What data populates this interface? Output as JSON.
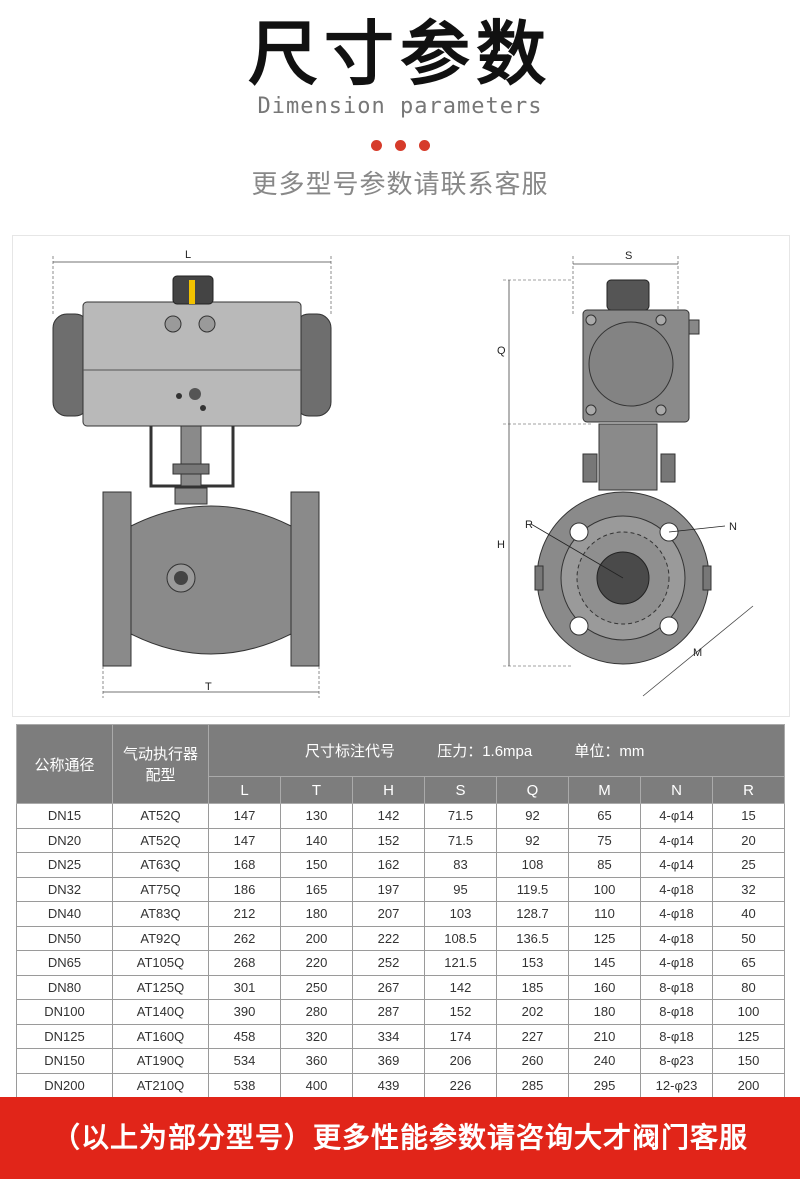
{
  "header": {
    "title": "尺寸参数",
    "subtitle": "Dimension parameters",
    "note": "更多型号参数请联系客服"
  },
  "drawing": {
    "labels": {
      "L": "L",
      "T": "T",
      "S": "S",
      "Q": "Q",
      "H": "H",
      "R": "R",
      "N": "N",
      "M": "M"
    }
  },
  "table": {
    "col_nominal": "公称通径",
    "col_actuator": "气动执行器配型",
    "col_actuator_l1": "气动执行器",
    "col_actuator_l2": "配型",
    "group_title": "尺寸标注代号",
    "pressure": "压力：1.6mpa",
    "unit": "单位：mm",
    "params": [
      "L",
      "T",
      "H",
      "S",
      "Q",
      "M",
      "N",
      "R"
    ],
    "rows": [
      [
        "DN15",
        "AT52Q",
        "147",
        "130",
        "142",
        "71.5",
        "92",
        "65",
        "4-φ14",
        "15"
      ],
      [
        "DN20",
        "AT52Q",
        "147",
        "140",
        "152",
        "71.5",
        "92",
        "75",
        "4-φ14",
        "20"
      ],
      [
        "DN25",
        "AT63Q",
        "168",
        "150",
        "162",
        "83",
        "108",
        "85",
        "4-φ14",
        "25"
      ],
      [
        "DN32",
        "AT75Q",
        "186",
        "165",
        "197",
        "95",
        "119.5",
        "100",
        "4-φ18",
        "32"
      ],
      [
        "DN40",
        "AT83Q",
        "212",
        "180",
        "207",
        "103",
        "128.7",
        "110",
        "4-φ18",
        "40"
      ],
      [
        "DN50",
        "AT92Q",
        "262",
        "200",
        "222",
        "108.5",
        "136.5",
        "125",
        "4-φ18",
        "50"
      ],
      [
        "DN65",
        "AT105Q",
        "268",
        "220",
        "252",
        "121.5",
        "153",
        "145",
        "4-φ18",
        "65"
      ],
      [
        "DN80",
        "AT125Q",
        "301",
        "250",
        "267",
        "142",
        "185",
        "160",
        "8-φ18",
        "80"
      ],
      [
        "DN100",
        "AT140Q",
        "390",
        "280",
        "287",
        "152",
        "202",
        "180",
        "8-φ18",
        "100"
      ],
      [
        "DN125",
        "AT160Q",
        "458",
        "320",
        "334",
        "174",
        "227",
        "210",
        "8-φ18",
        "125"
      ],
      [
        "DN150",
        "AT190Q",
        "534",
        "360",
        "369",
        "206",
        "260",
        "240",
        "8-φ23",
        "150"
      ],
      [
        "DN200",
        "AT210Q",
        "538",
        "400",
        "439",
        "226",
        "285",
        "295",
        "12-φ23",
        "200"
      ]
    ]
  },
  "footer": {
    "banner": "（以上为部分型号）更多性能参数请咨询大才阀门客服"
  },
  "colors": {
    "accent_red": "#e12519",
    "table_header": "#7d7d7d",
    "body_gray": "#8a8a8a"
  }
}
